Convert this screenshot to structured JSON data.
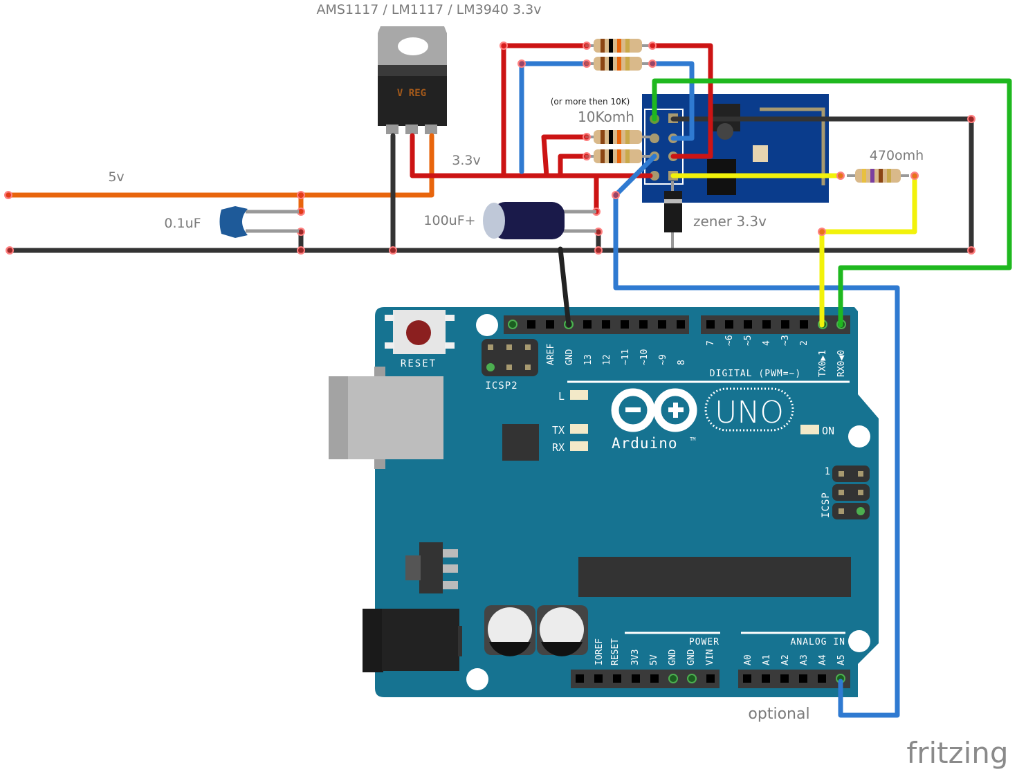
{
  "labels": {
    "regulator": "AMS1117 / LM1117 / LM3940 3.3v",
    "vreg_text": "V REG",
    "note": "(or more then 10K)",
    "res10k": "10Komh",
    "v33": "3.3v",
    "v5": "5v",
    "cap01": "0.1uF",
    "cap100": "100uF+",
    "res470": "470omh",
    "zener": "zener 3.3v",
    "optional": "optional",
    "fritzing": "fritzing"
  },
  "arduino": {
    "reset": "RESET",
    "icsp2": "ICSP2",
    "icsp": "ICSP",
    "icsp_pin1": "1",
    "digital_label": "DIGITAL (PWM=~)",
    "power_label": "POWER",
    "analog_label": "ANALOG IN",
    "brand": "Arduino",
    "tm": "TM",
    "model": "UNO",
    "led_l": "L",
    "led_tx": "TX",
    "led_rx": "RX",
    "led_on": "ON",
    "header_top_left": [
      "AREF",
      "GND",
      "13",
      "12",
      "~11",
      "~10",
      "~9",
      "8"
    ],
    "header_top_right": [
      "7",
      "~6",
      "~5",
      "4",
      "~3",
      "2",
      "TX0▶1",
      "RX0◀0"
    ],
    "header_power": [
      "IOREF",
      "RESET",
      "3V3",
      "5V",
      "GND",
      "GND",
      "VIN"
    ],
    "header_analog": [
      "A0",
      "A1",
      "A2",
      "A3",
      "A4",
      "A5"
    ]
  },
  "colors": {
    "board": "#167391",
    "wire_red": "#cc1414",
    "wire_blue": "#2f7ad1",
    "wire_black": "#333333",
    "wire_orange": "#e8650c",
    "wire_green": "#1fb81f",
    "wire_yellow": "#f2f20a",
    "esp_board": "#0a3c8c"
  }
}
